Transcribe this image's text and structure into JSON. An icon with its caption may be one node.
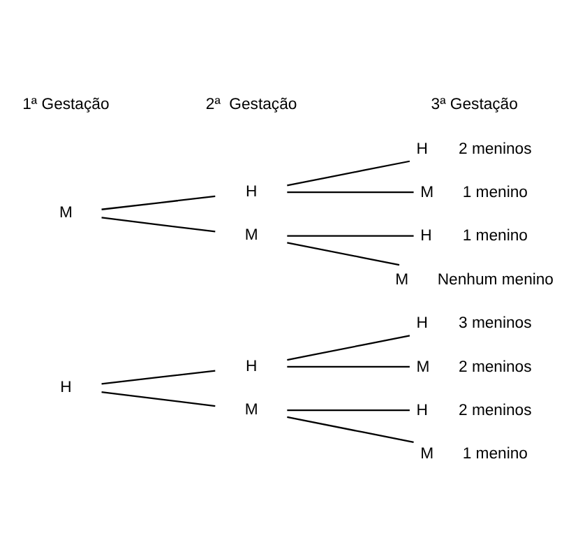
{
  "diagram": {
    "nodes": [
      {
        "text": [
          "H"
        ]
      },
      {
        "text": [
          "H"
        ]
      },
      {
        "text": [
          "M"
        ]
      },
      {
        "text": [
          "H"
        ],
        "beside": [
          "3 meninos"
        ]
      },
      {
        "text": [
          "M"
        ],
        "beside": [
          "2 meninos"
        ]
      },
      {
        "text": [
          "H"
        ],
        "beside": [
          "2 meninos"
        ]
      },
      {
        "text": [
          "M"
        ],
        "beside": [
          "1 menino"
        ]
      },
      {
        "text": [
          "M"
        ]
      },
      {
        "text": [
          "H"
        ]
      },
      {
        "text": [
          "M"
        ]
      },
      {
        "text": [
          "H"
        ],
        "beside": [
          "2 meninos"
        ]
      },
      {
        "text": [
          "M"
        ],
        "beside": [
          "1 menino"
        ]
      },
      {
        "text": [
          "H"
        ],
        "beside": [
          "1 menino"
        ]
      },
      {
        "text": [
          "M"
        ],
        "beside": [
          "Nenhum menino"
        ]
      }
    ],
    "edges": [
      {
        "from": 0,
        "to": 1,
        "arrow": "none"
      },
      {
        "from": 0,
        "to": 2,
        "arrow": "none"
      },
      {
        "from": 1,
        "to": 3,
        "arrow": "none"
      },
      {
        "from": 1,
        "to": 4,
        "arrow": "none"
      },
      {
        "from": 2,
        "to": 5,
        "arrow": "none"
      },
      {
        "from": 2,
        "to": 6,
        "arrow": "none"
      },
      {
        "from": 7,
        "to": 8,
        "arrow": "none"
      },
      {
        "from": 7,
        "to": 9,
        "arrow": "none"
      },
      {
        "from": 8,
        "to": 10,
        "arrow": "none"
      },
      {
        "from": 8,
        "to": 11,
        "arrow": "none"
      },
      {
        "from": 9,
        "to": 12,
        "arrow": "none"
      },
      {
        "from": 9,
        "to": 13,
        "arrow": "none"
      }
    ],
    "labels": [
      "1ª Gestação",
      "2ª  Gestação",
      "3ª Gestação"
    ]
  }
}
